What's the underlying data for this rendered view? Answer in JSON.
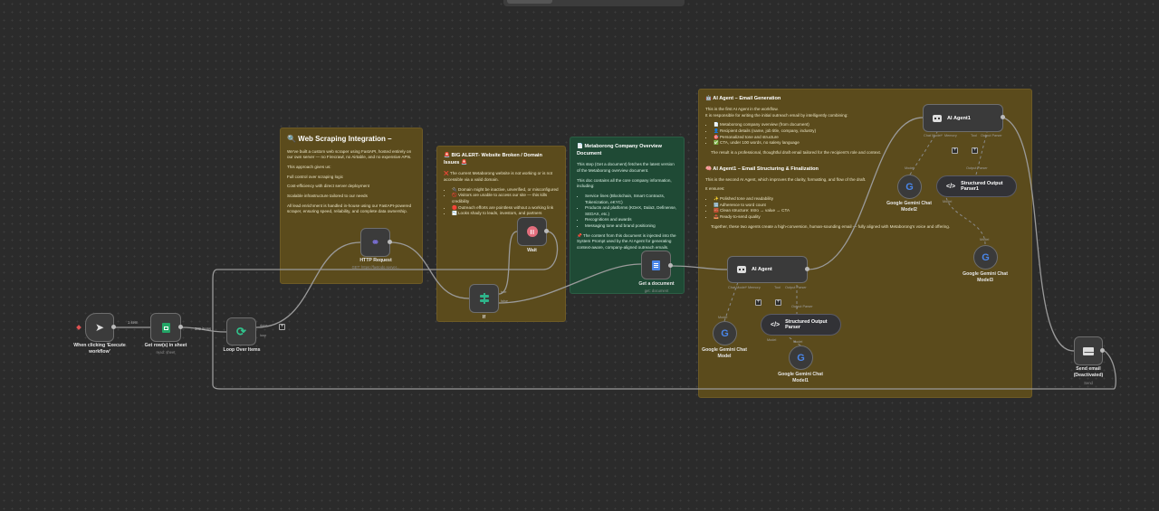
{
  "notes": {
    "scraping": {
      "title": "🔍 Web Scraping Integration –",
      "p1": "We've built a custom web scraper using FastAPI, hosted entirely on our own server — no Firecrawl, no Airtable, and no expensive APIs.",
      "p2": "This approach gives us:",
      "p3": "Full control over scraping logic",
      "p4": "Cost-efficiency with direct server deployment",
      "p5": "Scalable infrastructure tailored to our needs",
      "p6": "All lead enrichment is handled in-house using our FastAPI-powered scraper, ensuring speed, reliability, and complete data ownership."
    },
    "alert": {
      "title": "🚨 BIG ALERT- Website Broken / Domain Issues 🚨",
      "p1": "❌ The current Metaborong website is not working or is not accessible via a valid domain.",
      "items": [
        "🔌 Domain might be inactive, unverified, or misconfigured",
        "🚫 Visitors are unable to access our site — this kills credibility",
        "🛑 Outreach efforts are pointless without a working link",
        "📉 Looks shady to leads, investors, and partners"
      ]
    },
    "overview": {
      "title": "📄 Metaborong Company Overview Document",
      "p1": "This step (Get a document) fetches the latest version of the Metaborong overview document.",
      "p2": "This doc contains all the core company information, including:",
      "items": [
        "Service lines (Blockchain, Smart Contracts, Tokenization, eKYC)",
        "Products and platforms (KDeX, Dala3, Definense, SEDAX, etc.)",
        "Recognitions and awards",
        "Messaging tone and brand positioning"
      ],
      "p3": "📌 The content from this document is injected into the System Prompt used by the AI Agent for generating context-aware, company-aligned outreach emails."
    },
    "agent": {
      "title1": "🤖 AI Agent – Email Generation",
      "p1": "This is the first AI Agent in the workflow.",
      "p2": "It is responsible for writing the initial outreach email by intelligently combining:",
      "items1": [
        "📄 Metaborong company overview (from document)",
        "👤 Recipient details (name, job title, company, industry)",
        "🎯 Personalized tone and structure",
        "✅ CTA, under 100 words, no salesy language"
      ],
      "p3": "The result is a professional, thoughtful draft email tailored for the recipient's role and context.",
      "title2": "🧠 AI Agent1 – Email Structuring & Finalization",
      "p4": "This is the second AI Agent, which improves the clarity, formatting, and flow of the draft.",
      "p5": "It ensures:",
      "items2": [
        "✨ Polished tone and readability",
        "🔢 Adherence to word count",
        "🧱 Clean structure: Intro → value → CTA",
        "📤 Ready-to-send quality"
      ],
      "p6": "Together, these two agents create a high-conversion, human-sounding email — fully aligned with Metaborong's voice and offering."
    }
  },
  "nodes": {
    "trigger": {
      "label": "When clicking 'Execute workflow'"
    },
    "sheet": {
      "label": "Get row(s) in sheet",
      "sub": "read: sheet"
    },
    "loop": {
      "label": "Loop Over Items",
      "done": "done",
      "loop": "loop"
    },
    "http": {
      "label": "HTTP Request",
      "sub": "GET: https://fastodo.server..."
    },
    "wait": {
      "label": "Wait"
    },
    "if": {
      "label": "If",
      "true": "true",
      "false": "false"
    },
    "doc": {
      "label": "Get a document",
      "sub": "get: document"
    },
    "agent": {
      "label": "AI Agent",
      "p1": "Chat Model*",
      "p2": "Memory",
      "p3": "Tool",
      "p4": "Output Parser"
    },
    "agent1": {
      "label": "AI Agent1",
      "p1": "Chat Model*",
      "p2": "Memory",
      "p3": "Tool",
      "p4": "Output Parser"
    },
    "gemini": {
      "label": "Google Gemini Chat Model",
      "port": "Model"
    },
    "gemini1": {
      "label": "Google Gemini Chat Model1",
      "port": "Model"
    },
    "gemini2": {
      "label": "Google Gemini Chat Model2",
      "port": "Model"
    },
    "gemini3": {
      "label": "Google Gemini Chat Model3",
      "port": "Model"
    },
    "parser": {
      "label": "Structured Output Parser",
      "port": "Output Parser",
      "port2": "Model"
    },
    "parser1": {
      "label": "Structured Output Parser1",
      "port": "Output Parser",
      "port2": "Model"
    },
    "email": {
      "label": "Send email (Deactivated)",
      "sub": "Send"
    }
  },
  "connections": {
    "trigger_sheet": "1 item",
    "sheet_loop": "389 items"
  }
}
